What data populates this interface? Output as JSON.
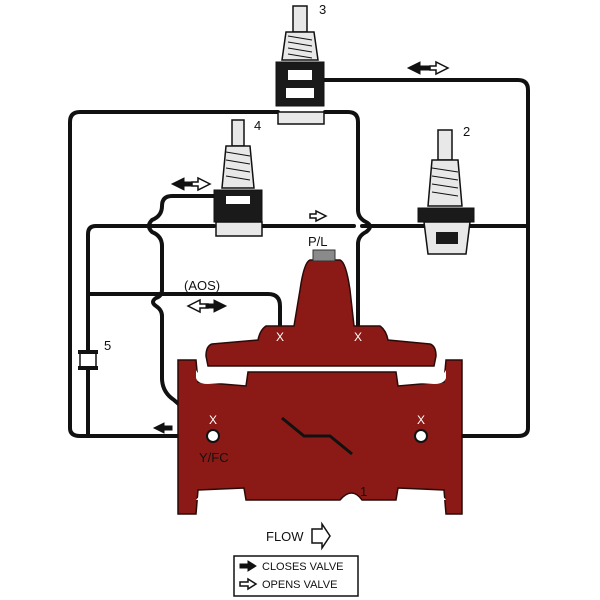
{
  "labels": {
    "pilot_3": "3",
    "pilot_4": "4",
    "pilot_2": "2",
    "needle_valve_5": "5",
    "main_valve_1": "1",
    "port_pl": "P/L",
    "port_yfc": "Y/FC",
    "aos": "(AOS)",
    "port_marker": "X",
    "flow": "FLOW"
  },
  "legend": {
    "closes": "CLOSES VALVE",
    "opens": "OPENS VALVE"
  },
  "colors": {
    "valve_body": "#8b1a16",
    "valve_outline": "#2a0a08",
    "pipe": "#111111",
    "pilot_light": "#e8e8e8",
    "pilot_dark": "#1a1a1a"
  }
}
